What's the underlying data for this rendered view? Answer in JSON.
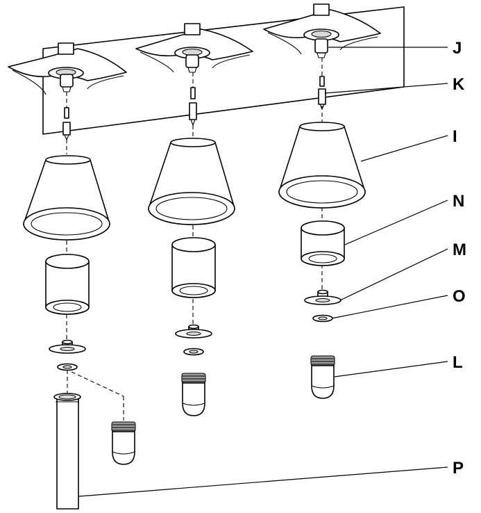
{
  "callouts": {
    "j": "J",
    "k": "K",
    "i": "I",
    "n": "N",
    "m": "M",
    "o": "O",
    "l": "L",
    "p": "P"
  }
}
